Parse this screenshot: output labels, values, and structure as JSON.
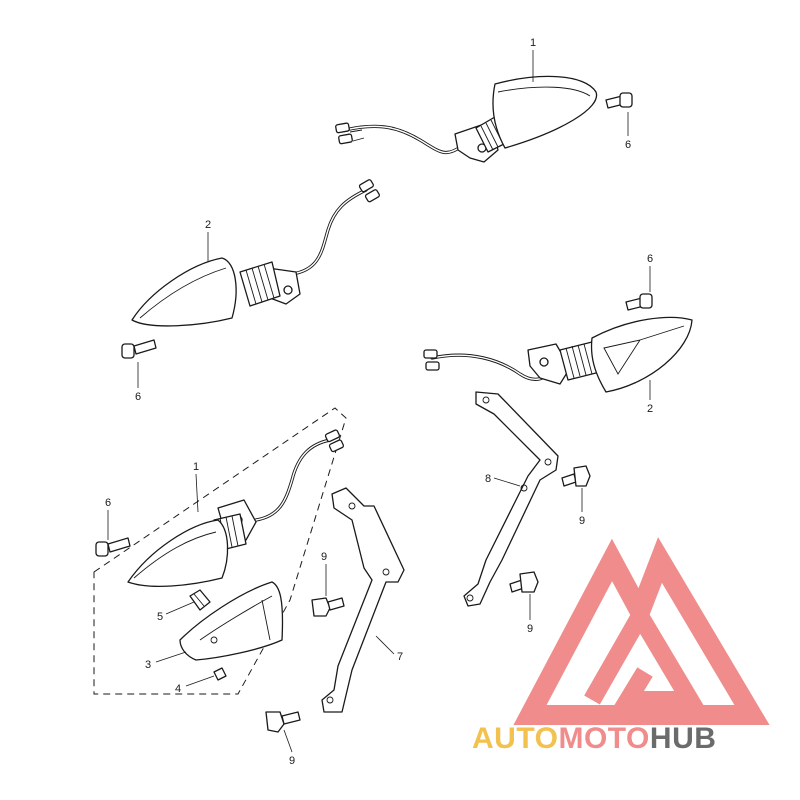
{
  "callouts": {
    "c1a": "1",
    "c1b": "1",
    "c2a": "2",
    "c2b": "2",
    "c3": "3",
    "c4": "4",
    "c5": "5",
    "c6a": "6",
    "c6b": "6",
    "c6c": "6",
    "c6d": "6",
    "c7": "7",
    "c8": "8",
    "c9a": "9",
    "c9b": "9",
    "c9c": "9",
    "c9d": "9"
  },
  "watermark": {
    "part1": "AUTO",
    "part2": "MOTO",
    "part3": "HUB",
    "colors": {
      "logo": "#f08c8c",
      "auto": "#f2c14e",
      "moto": "#f08c8c",
      "hub": "#6b6b6b"
    }
  }
}
